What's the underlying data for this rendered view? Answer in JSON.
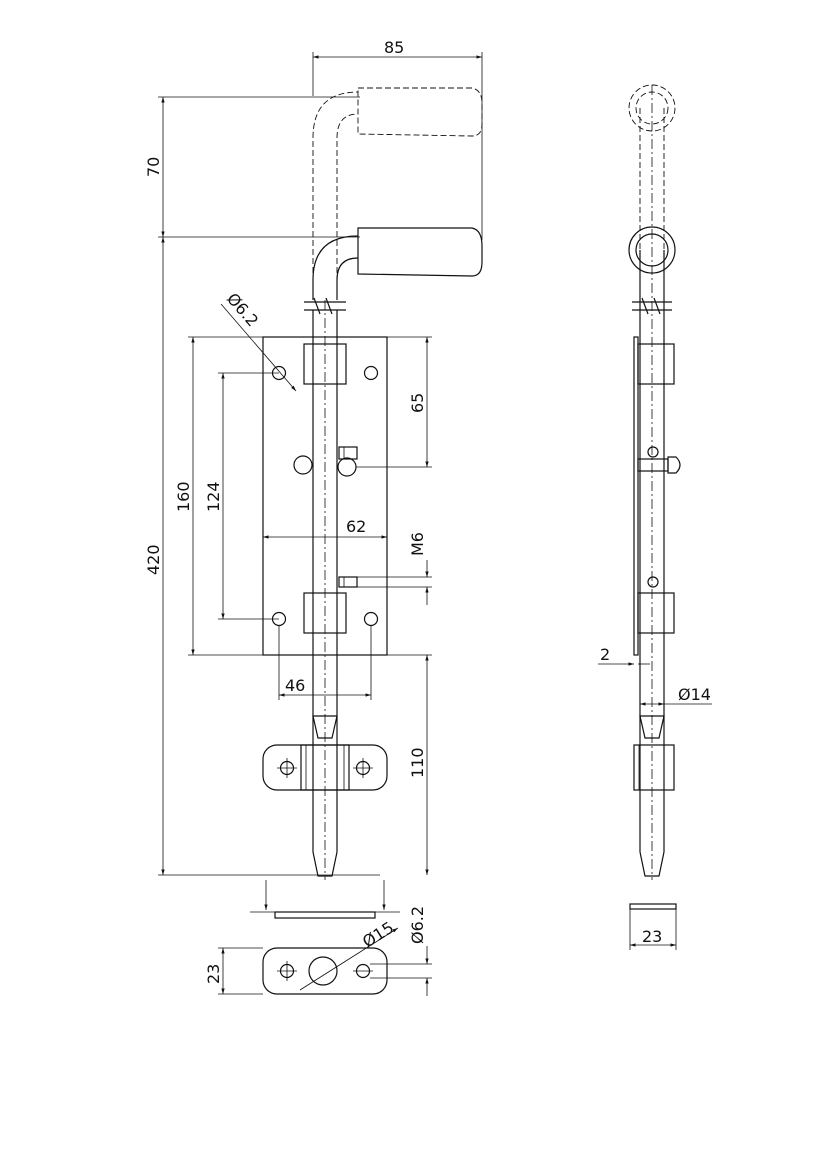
{
  "dimensions": {
    "d85": "85",
    "d70": "70",
    "d420": "420",
    "d160": "160",
    "d124": "124",
    "d65": "65",
    "d62": "62",
    "dM6": "M6",
    "d46": "46",
    "d110": "110",
    "dphi62_top": "Ø6.2",
    "dphi62_bottom": "Ø6.2",
    "dphi15": "Ø15",
    "d23_left": "23",
    "d23_right": "23",
    "d2": "2",
    "dphi14": "Ø14"
  }
}
